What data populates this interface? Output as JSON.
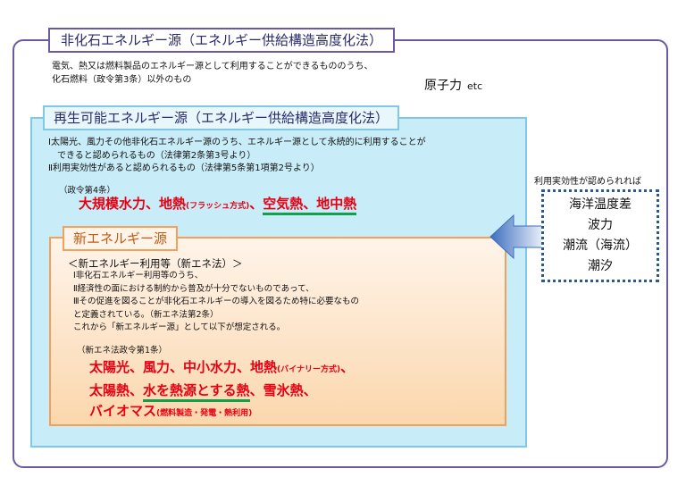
{
  "outer": {
    "title": "非化石エネルギー源（エネルギー供給構造高度化法）",
    "definition_line1": "電気、熱又は燃料製品のエネルギー源として利用することができるもののうち、",
    "definition_line2": "化石燃料（政令第3条）以外のもの",
    "nuclear": "原子力",
    "etc": "etc"
  },
  "renewable": {
    "title": "再生可能エネルギー源（エネルギー供給構造高度化法）",
    "def_line1": "Ⅰ太陽光、風力その他非化石エネルギー源のうち、エネルギー源として永続的に利用することが",
    "def_line2": "　できると認められるもの（法律第2条第3号より）",
    "def_line3": "Ⅱ利用実効性があると認められるもの（法律第5条第1項第2号より）",
    "decree": "（政令第4条）",
    "item1": "大規模水力、地熱",
    "item1_note": "(フラッシュ方式)",
    "item_sep": "、",
    "item2": "空気熱、地中熱"
  },
  "new_energy": {
    "title": "新エネルギー源",
    "law_title": "＜新エネルギー利用等（新エネ法）＞",
    "def_line1": "Ⅰ非化石エネルギー利用等のうち、",
    "def_line2": "Ⅱ経済性の面における制約から普及が十分でないものであって、",
    "def_line3": "Ⅲその促進を図ることが非化石エネルギーの導入を図るため特に必要なもの",
    "def_line4": "と定義されている。（新エネ法第2条）",
    "def_line5": "これから「新エネルギー源」として以下が想定される。",
    "decree": "（新エネ法政令第1条）",
    "row1": "太陽光、風力、中小水力、地熱",
    "row1_note": "(バイナリー方式)",
    "row1_tail": "、",
    "row2_a": "太陽熱、",
    "row2_b": "水を熱源とする熱",
    "row2_c": "、雪氷熱、",
    "row3": "バイオマス",
    "row3_note": "(燃料製造・発電・熱利用)"
  },
  "ocean": {
    "caption": "利用実効性が認められれば",
    "items": [
      "海洋温度差",
      "波力",
      "潮流（海流）",
      "潮汐"
    ]
  },
  "colors": {
    "outer_border": "#6b5aa0",
    "renewable_fill": "#c8ecf8",
    "new_energy_border": "#f2a15a",
    "highlight_red": "#e60012",
    "underline_green": "#12a04a",
    "arrow_blue": "#4a7fc9"
  },
  "icons": {
    "arrow": "left-arrow-icon"
  }
}
